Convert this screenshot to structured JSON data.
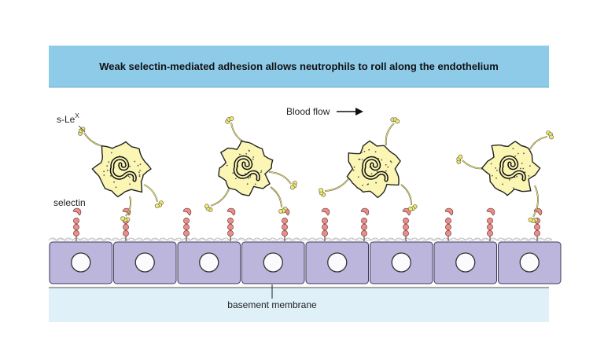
{
  "title": "Weak selectin-mediated adhesion allows neutrophils to roll along the endothelium",
  "labels": {
    "sLex_base": "s-Le",
    "sLex_sup": "X",
    "selectin": "selectin",
    "blood_flow": "Blood flow",
    "basement_membrane": "basement membrane"
  },
  "colors": {
    "header_blue": "#8ecbe9",
    "basement_blue": "#dff0f8",
    "endothelial_cell": "#bcb6dd",
    "endothelial_outline": "#3a3a5a",
    "neutrophil": "#fbf6b4",
    "selectin_pink": "#e88f8a",
    "ligand_yellow": "#f2ea6a"
  },
  "icons": {
    "flow_arrow": "right-arrow-icon"
  }
}
